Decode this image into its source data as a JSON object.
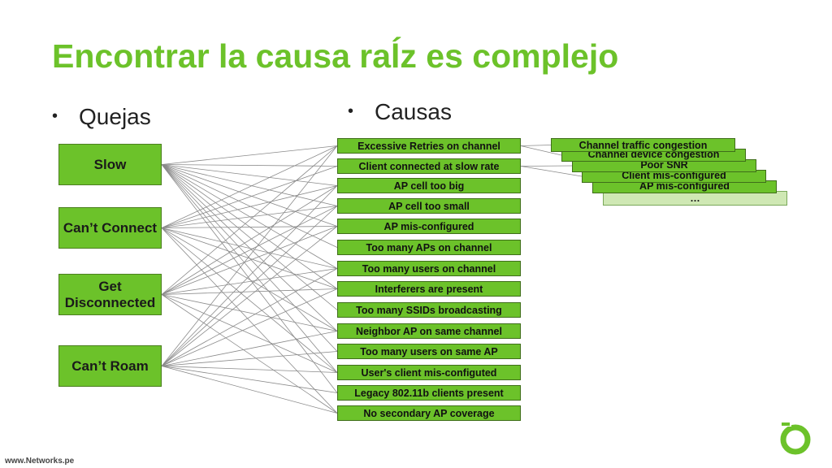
{
  "title": "Encontrar la causa raĺz es complejo",
  "complaints_heading": "Quejas",
  "causes_heading": "Causas",
  "bullet": "•",
  "complaints": [
    {
      "label": "Slow"
    },
    {
      "label": "Can’t Connect"
    },
    {
      "label": "Get Disconnected"
    },
    {
      "label": "Can’t Roam"
    }
  ],
  "causes": [
    {
      "label": "Excessive Retries on channel"
    },
    {
      "label": "Client connected at slow rate"
    },
    {
      "label": "AP cell too big"
    },
    {
      "label": "AP cell too small"
    },
    {
      "label": "AP mis-configured"
    },
    {
      "label": "Too many APs on channel"
    },
    {
      "label": "Too many users on channel"
    },
    {
      "label": "Interferers are present"
    },
    {
      "label": "Too many SSIDs broadcasting"
    },
    {
      "label": "Neighbor AP on same channel"
    },
    {
      "label": "Too many users on same AP"
    },
    {
      "label": "User's client mis-configuted"
    },
    {
      "label": "Legacy 802.11b clients present"
    },
    {
      "label": "No secondary AP coverage"
    }
  ],
  "sub_causes": [
    {
      "label": "Channel traffic congestion"
    },
    {
      "label": "Channel device congestion"
    },
    {
      "label": "Poor SNR"
    },
    {
      "label": "Client mis-configured"
    },
    {
      "label": "AP mis-configured"
    },
    {
      "label": "…"
    }
  ],
  "connections": [
    [
      0,
      0
    ],
    [
      0,
      1
    ],
    [
      0,
      2
    ],
    [
      0,
      3
    ],
    [
      0,
      4
    ],
    [
      0,
      5
    ],
    [
      0,
      6
    ],
    [
      0,
      7
    ],
    [
      0,
      8
    ],
    [
      0,
      9
    ],
    [
      0,
      10
    ],
    [
      0,
      11
    ],
    [
      0,
      12
    ],
    [
      1,
      0
    ],
    [
      1,
      1
    ],
    [
      1,
      2
    ],
    [
      1,
      3
    ],
    [
      1,
      4
    ],
    [
      1,
      6
    ],
    [
      1,
      7
    ],
    [
      1,
      9
    ],
    [
      1,
      11
    ],
    [
      1,
      13
    ],
    [
      2,
      0
    ],
    [
      2,
      2
    ],
    [
      2,
      3
    ],
    [
      2,
      4
    ],
    [
      2,
      6
    ],
    [
      2,
      7
    ],
    [
      2,
      9
    ],
    [
      2,
      11
    ],
    [
      2,
      13
    ],
    [
      3,
      0
    ],
    [
      3,
      2
    ],
    [
      3,
      3
    ],
    [
      3,
      4
    ],
    [
      3,
      6
    ],
    [
      3,
      7
    ],
    [
      3,
      9
    ],
    [
      3,
      10
    ],
    [
      3,
      11
    ],
    [
      3,
      12
    ],
    [
      3,
      13
    ]
  ],
  "sub_connections": [
    [
      0,
      0
    ],
    [
      0,
      1
    ],
    [
      1,
      2
    ],
    [
      1,
      3
    ]
  ],
  "colors": {
    "accent": "#6cc22a",
    "lines": "#8a8a8a"
  },
  "footer": "www.Networks.pe"
}
